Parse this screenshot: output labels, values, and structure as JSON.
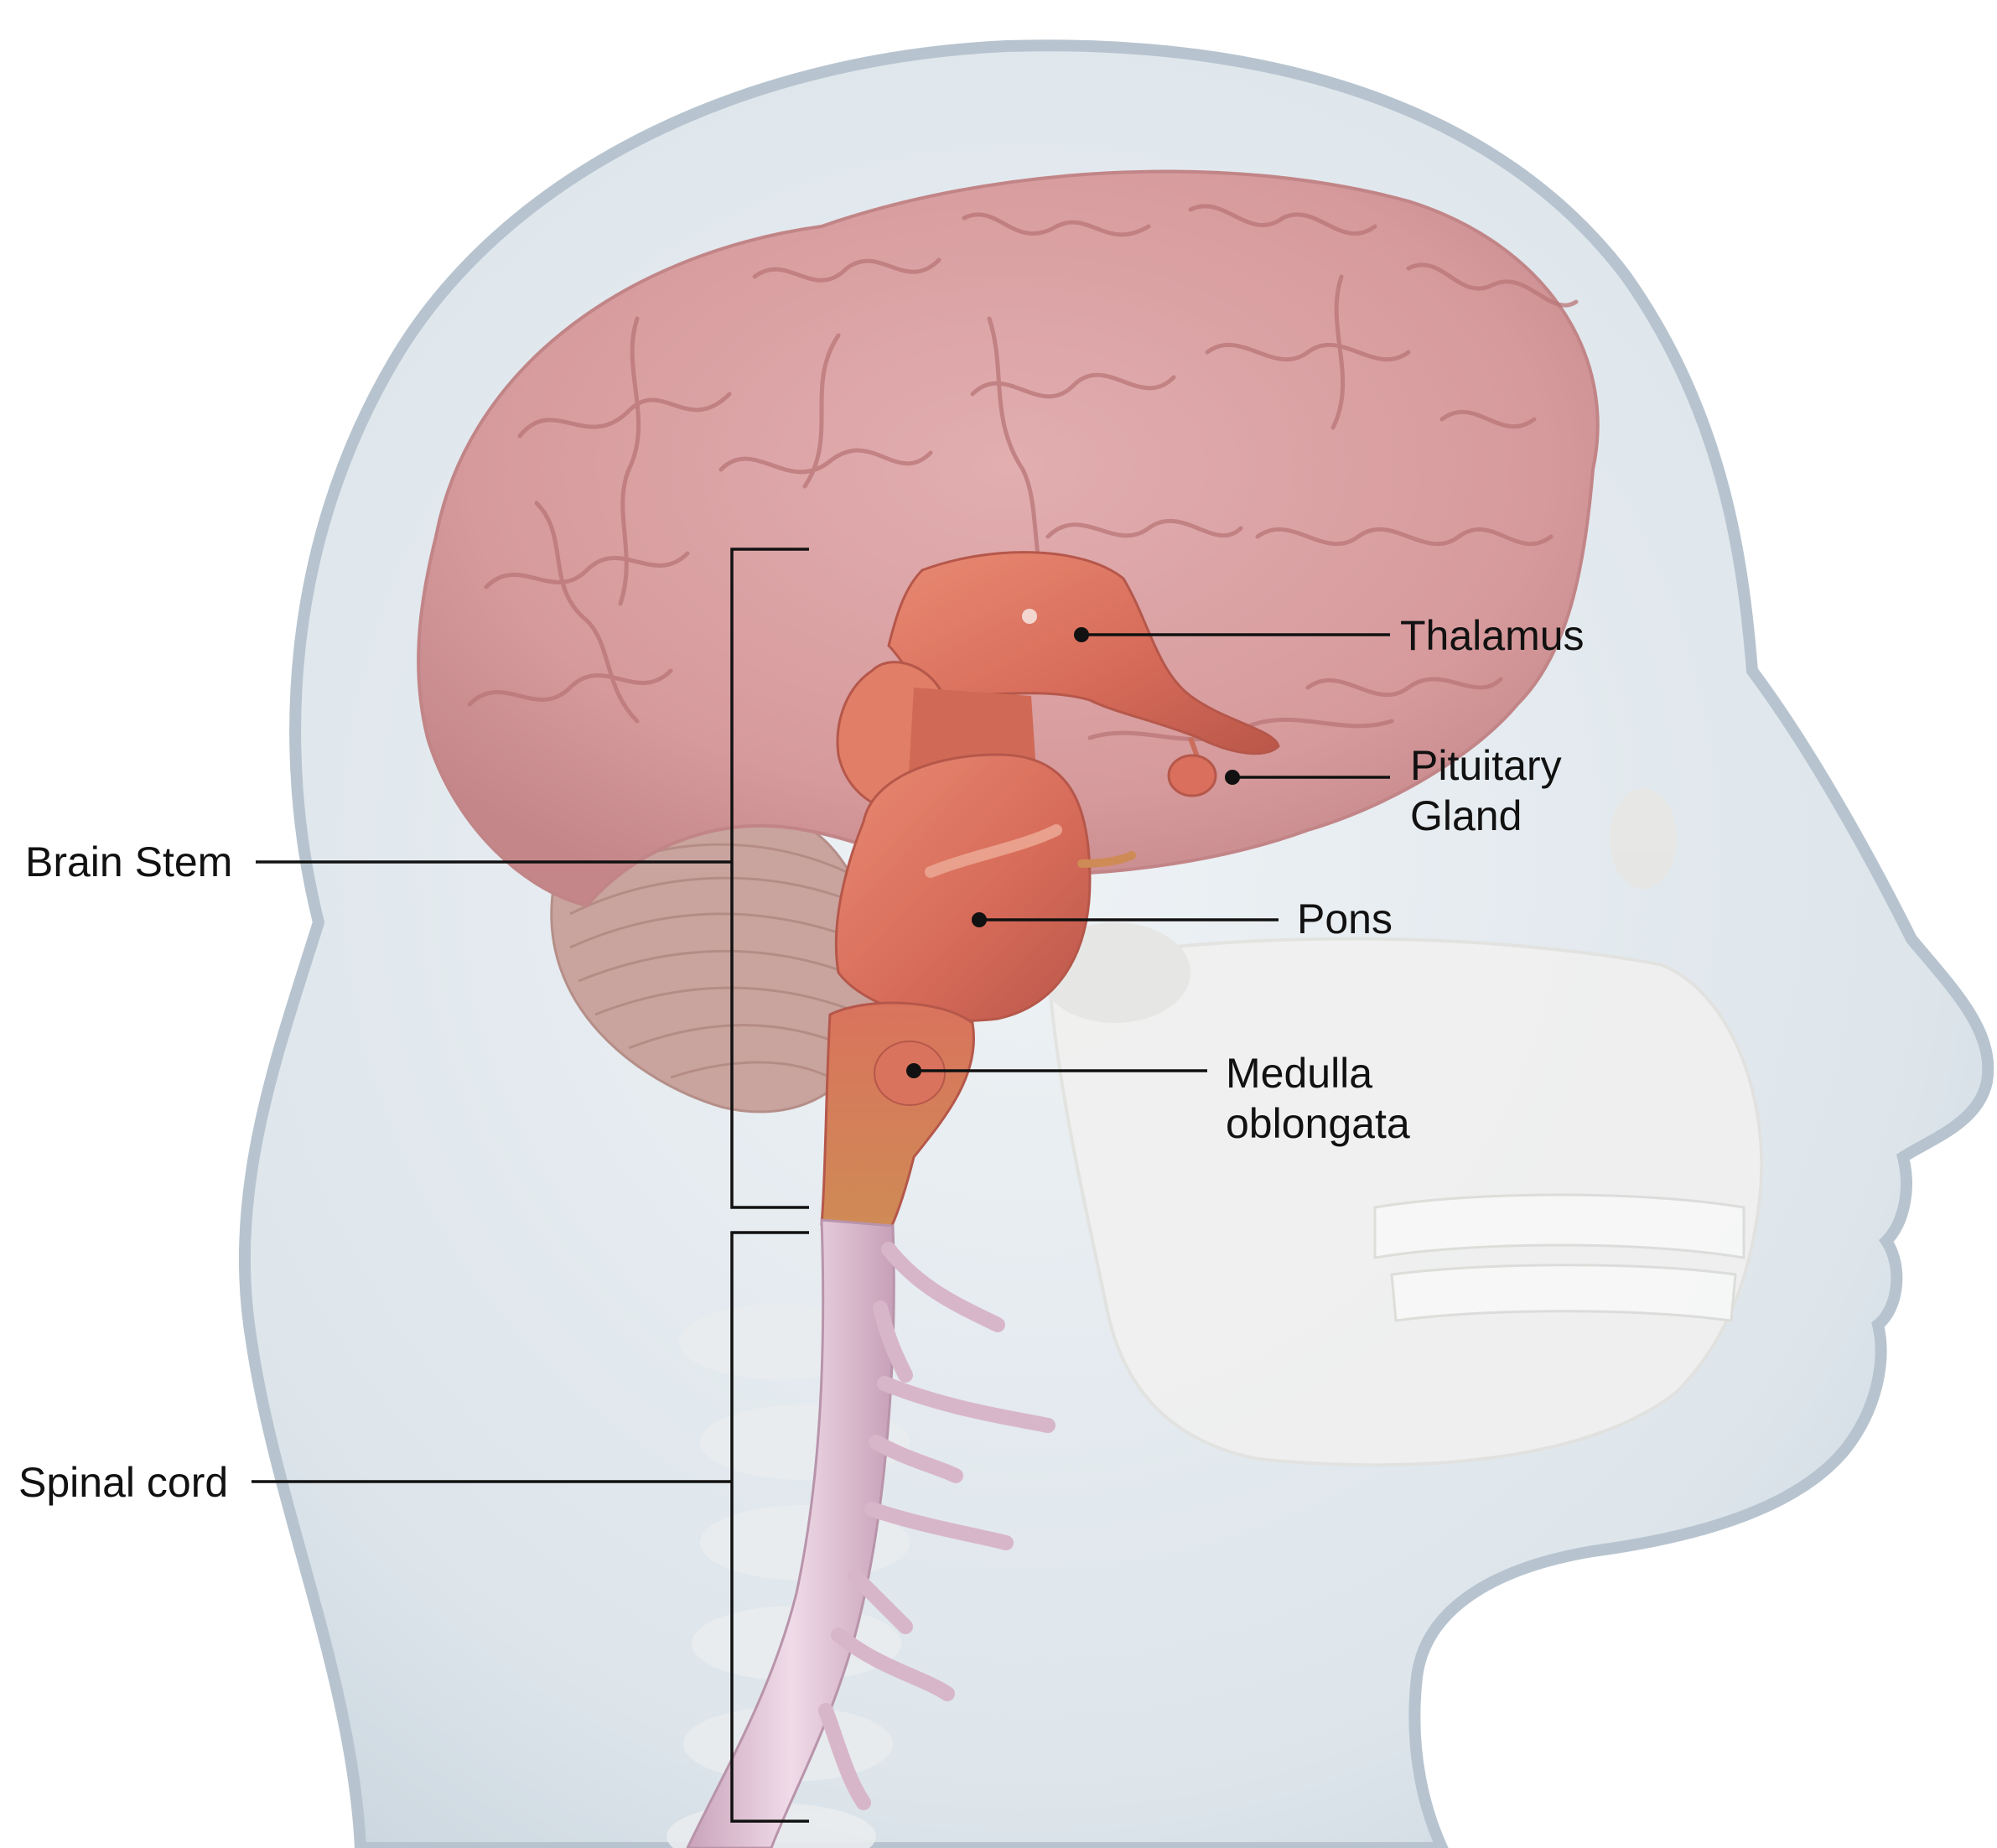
{
  "labels": {
    "thalamus": "Thalamus",
    "pituitary_line1": "Pituitary",
    "pituitary_line2": "Gland",
    "pons": "Pons",
    "medulla_line1": "Medulla",
    "medulla_line2": "oblongata",
    "brain_stem": "Brain Stem",
    "spinal_cord": "Spinal cord"
  },
  "colors": {
    "background": "#ffffff",
    "head_skin": "#dfe6ec",
    "head_edge": "#b9c6d1",
    "skull": "#f1f1ef",
    "brain": "#d69a9c",
    "cerebellum": "#c9a49f",
    "brainstem": "#d96f5c",
    "spinal_cord": "#e6c8d8",
    "label_text": "#111111"
  }
}
